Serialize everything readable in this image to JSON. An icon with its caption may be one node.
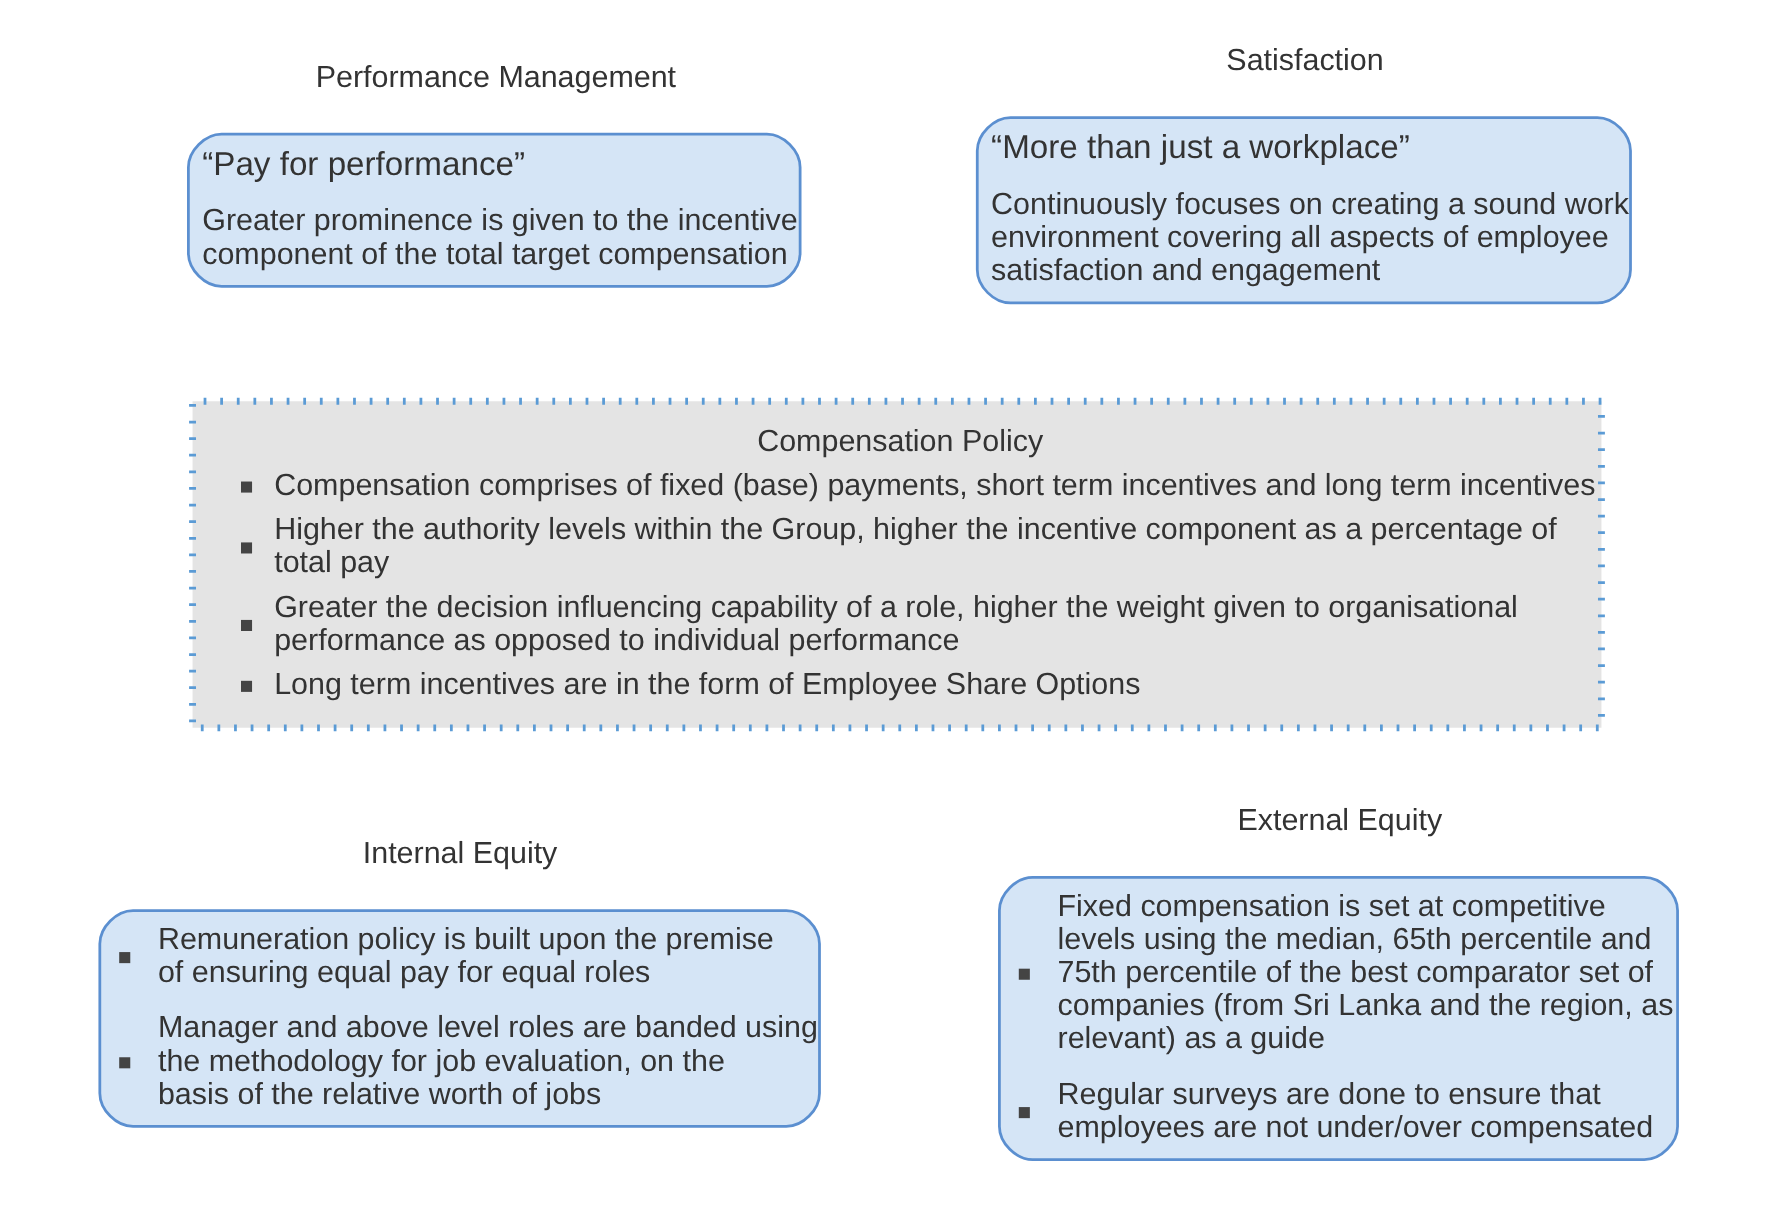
{
  "diagram": {
    "nodes": [
      {
        "text": [
          "Performance Management",
          "“Pay for performance”",
          "Greater prominence is given to the incentive component of the total target compensation"
        ]
      },
      {
        "text": [
          "Satisfaction",
          "“More than just a workplace”",
          "Continuously focuses on creating a sound work environment covering all aspects of employee satisfaction and engagement"
        ]
      },
      {
        "text": [
          "Compensation Policy",
          "Compensation comprises of fixed (base) payments, short term incentives and long term incentives",
          "Higher the authority levels within the Group, higher the incentive component as a percentage of total pay",
          "Greater the decision influencing capability of a role, higher the weight given to organisational performance as opposed to individual performance",
          "Long term incentives are in the form of Employee Share Options"
        ]
      },
      {
        "text": [
          "Internal Equity",
          "Remuneration policy is built upon the premise of ensuring equal pay for equal roles",
          "Manager and above level roles are banded using the methodology for job evaluation, on the basis of the relative worth of jobs"
        ]
      },
      {
        "text": [
          "External Equity",
          "Fixed compensation is set at competitive levels using the median, 65th percentile and 75th percentile of the best comparator set of companies (from Sri Lanka and the region, as relevant) as a guide",
          "Regular surveys are done to ensure that employees are not under/over compensated"
        ]
      }
    ]
  }
}
